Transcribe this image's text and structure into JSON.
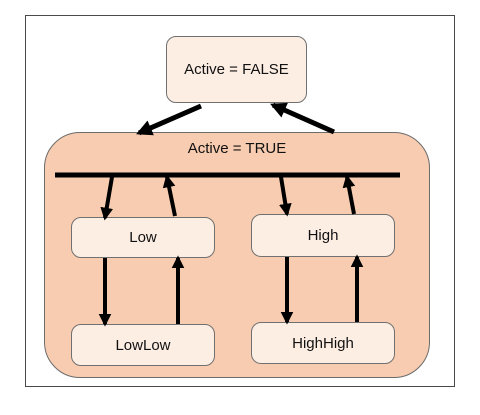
{
  "diagram": {
    "colors": {
      "state_fill": "#fdeee4",
      "container_fill": "#f8ccb0",
      "arrow": "#000000",
      "border": "#707070"
    },
    "states": {
      "inactive": "Active = FALSE",
      "active_group": "Active = TRUE",
      "low": "Low",
      "lowlow": "LowLow",
      "high": "High",
      "highhigh": "HighHigh"
    }
  }
}
